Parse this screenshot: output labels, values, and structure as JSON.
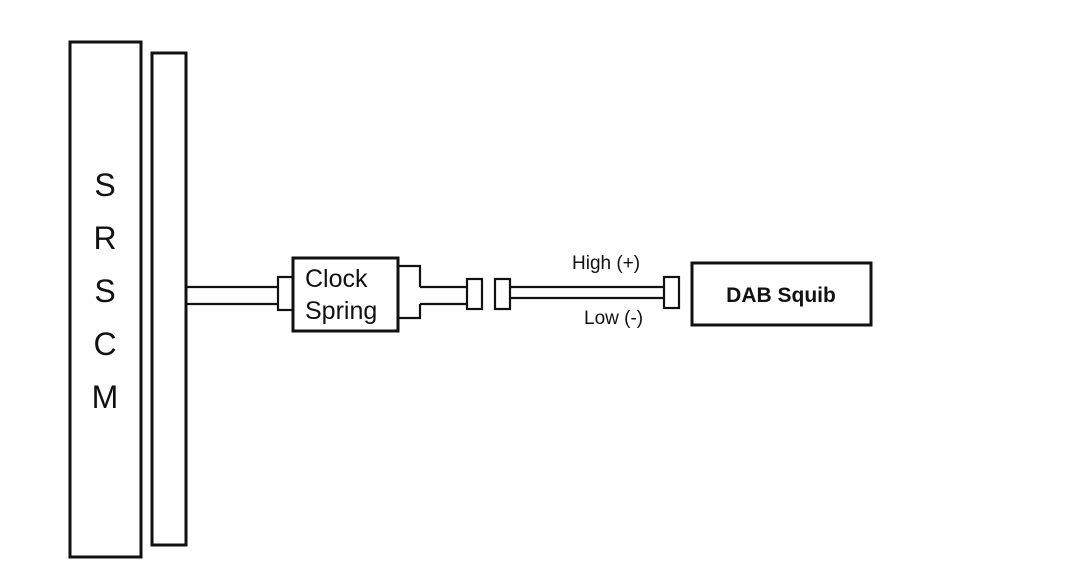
{
  "module": {
    "letters": [
      "S",
      "R",
      "S",
      "C",
      "M"
    ]
  },
  "clock_spring": {
    "line1": "Clock",
    "line2": "Spring"
  },
  "wires": {
    "high": "High (+)",
    "low": "Low (-)"
  },
  "squib": {
    "label": "DAB Squib"
  }
}
